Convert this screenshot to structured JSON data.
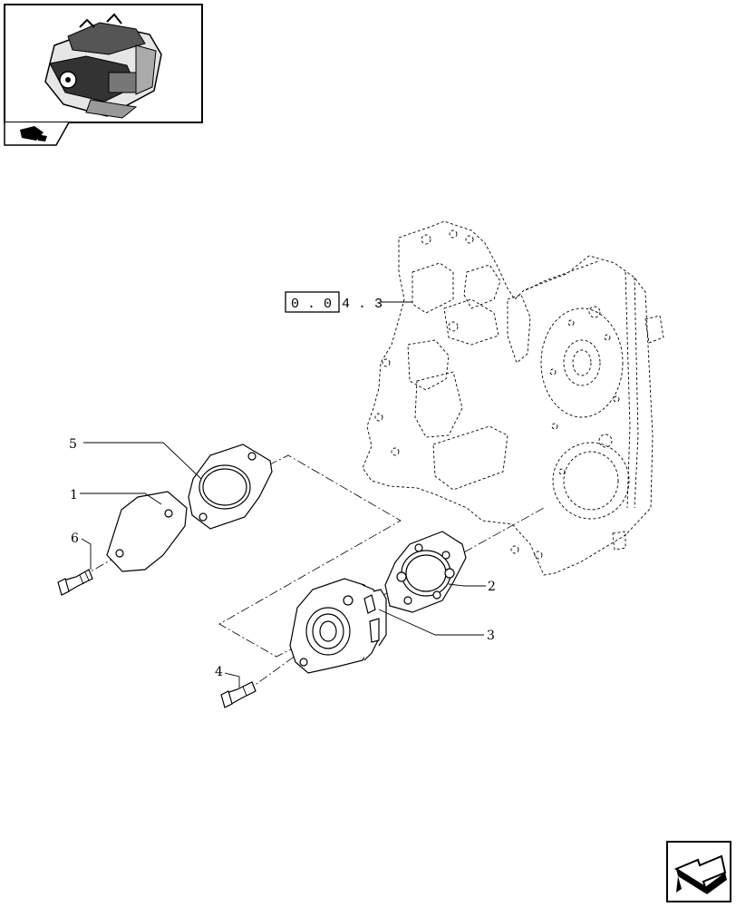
{
  "reference_label": "0 . 04 . 3",
  "reference_parts": {
    "boxed": "0 . 0",
    "rest": "4 . 3"
  },
  "callouts": [
    {
      "id": "1",
      "label": "1"
    },
    {
      "id": "2",
      "label": "2"
    },
    {
      "id": "3",
      "label": "3"
    },
    {
      "id": "4",
      "label": "4"
    },
    {
      "id": "5",
      "label": "5"
    },
    {
      "id": "6",
      "label": "6"
    }
  ],
  "icons": {
    "thumbnail": "engine-thumbnail-icon",
    "section_tab": "book-tab-icon",
    "navigation": "next-page-arrow-icon"
  },
  "colors": {
    "line": "#000000",
    "background": "#ffffff"
  }
}
